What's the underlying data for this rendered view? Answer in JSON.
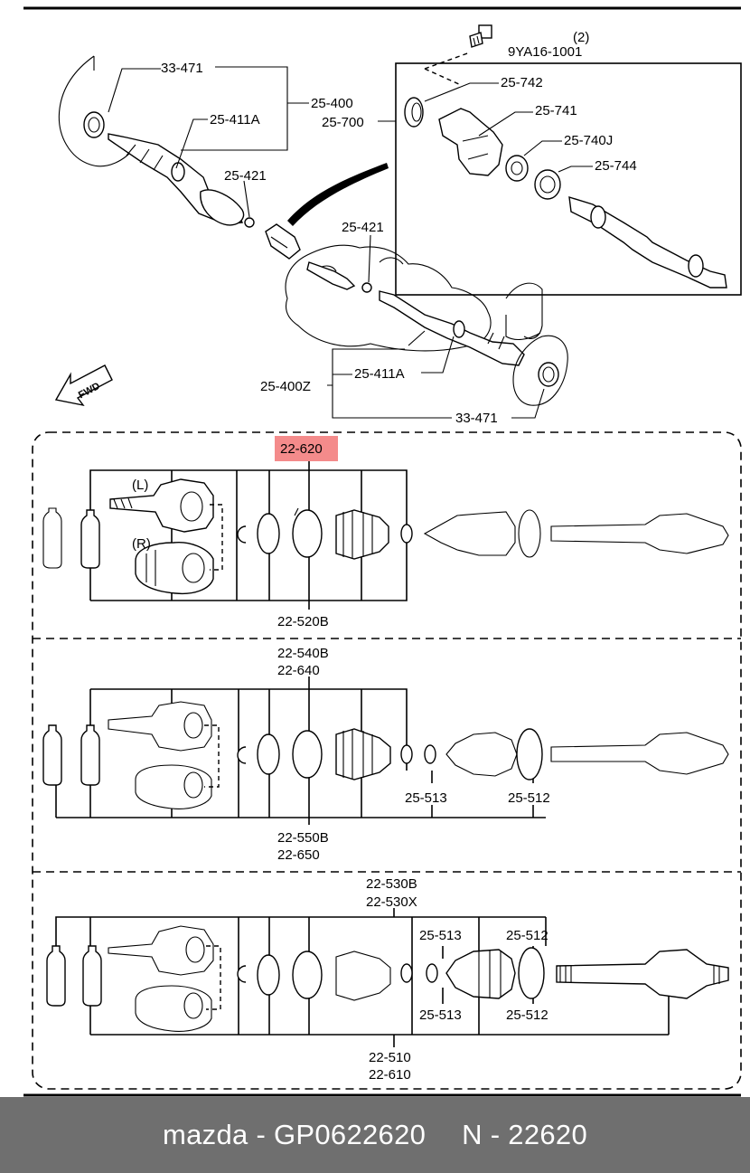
{
  "labels": {
    "l33471_top": "33-471",
    "l25400": "25-400",
    "l25411A_top": "25-411A",
    "l25421_top": "25-421",
    "l25421_mid": "25-421",
    "l25700": "25-700",
    "bolt_qty": "(2)",
    "bolt_code": "9YA16-1001",
    "l25742": "25-742",
    "l25741": "25-741",
    "l25740J": "25-740J",
    "l25744": "25-744",
    "l25400Z": "25-400Z",
    "l25411A_bot": "25-411A",
    "l33471_bot": "33-471",
    "fwd": "FWD",
    "l22620": "22-620",
    "side_L": "(L)",
    "side_R": "(R)",
    "l22520B": "22-520B",
    "l22540B": "22-540B",
    "l22640": "22-640",
    "l25513_s2": "25-513",
    "l25512_s2": "25-512",
    "l22550B": "22-550B",
    "l22650": "22-650",
    "l22530B": "22-530B",
    "l22530X": "22-530X",
    "l25513_s3a": "25-513",
    "l25512_s3a": "25-512",
    "l25513_s3b": "25-513",
    "l25512_s3b": "25-512",
    "l22510": "22-510",
    "l22610": "22-610"
  },
  "highlight": {
    "part_number": "22-620",
    "color": "#f48b8b"
  },
  "footer": {
    "brand_part": "mazda - GP0622620",
    "ref": "N - 22620"
  },
  "colors": {
    "footer_bg": "#6f6f6f",
    "footer_text": "#ffffff"
  }
}
